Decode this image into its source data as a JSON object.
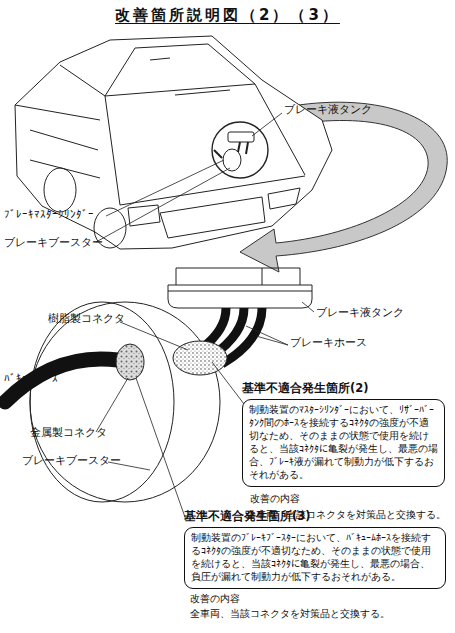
{
  "diagram": {
    "title": "改善箇所説明図（2）（3）",
    "nodes": [
      {
        "text": [
          "基準不適合発生箇所(2)",
          "制動装置のﾏｽﾀｰｼﾘﾝﾀﾞｰにおいて、ﾘｻﾞｰﾊﾞｰﾀﾝｸ間のﾎｰｽを接続するｺﾈｸﾀの強度が不適切なため、そのままの状態で使用を続けると、当該ｺﾈｸﾀに亀裂が発生し、最悪の場合、ﾌﾞﾚｰｷ液が漏れて制動力が低下するおそれがある。"
        ]
      },
      {
        "text": [
          "基準不適合発生箇所(3)",
          "制動装置のﾌﾞﾚｰｷﾌﾞｰｽﾀｰにおいて、ﾊﾞｷｭｰﾑﾎｰｽを接続するｺﾈｸﾀの強度が不適切なため、そのままの状態で使用を続けると、当該ｺﾈｸﾀに亀裂が発生し、最悪の場合、負圧が漏れて制動力が低下するおそれがある。"
        ]
      }
    ],
    "labels": [
      "ブレーキ液タンク",
      "ﾌﾞﾚｰｷﾏｽﾀｰｼﾘﾝﾀﾞｰ",
      "ブレーキブースター",
      "ブレーキ液タンク",
      "樹脂製コネクタ",
      "ブレーキホース",
      "ﾊﾞｷｭｰﾑﾎｰｽ",
      "金属製コネクタ",
      "ブレーキブースター",
      "改善の内容",
      "全車両、当該コネクタを対策品と交換する。",
      "改善の内容",
      "全車両、当該コネクタを対策品と交換する。"
    ]
  }
}
